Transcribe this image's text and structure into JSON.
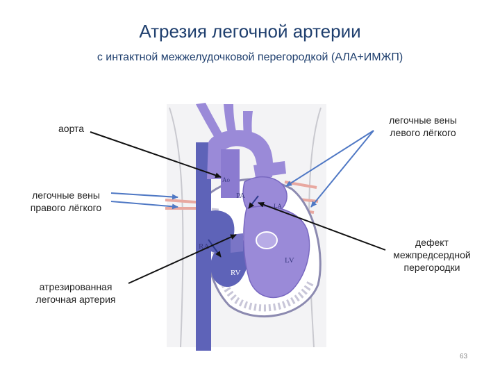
{
  "slide": {
    "title": "Атрезия легочной артерии",
    "subtitle": "с интактной межжелудочковой перегородкой (АЛА+ИМЖП)",
    "page_number": "63"
  },
  "labels": {
    "aorta": "аорта",
    "pulm_veins_left_line1": "легочные вены",
    "pulm_veins_left_line2": "левого лёгкого",
    "pulm_veins_right_line1": "легочные вены",
    "pulm_veins_right_line2": "правого лёгкого",
    "asd_line1": "дефект",
    "asd_line2": "межпредсердной",
    "asd_line3": "перегородки",
    "atretic_line1": "атрезированная",
    "atretic_line2": "легочная артерия"
  },
  "diagram_labels": {
    "pa": "PA",
    "ra": "RA",
    "rv": "RV",
    "lv": "LV",
    "la": "LA",
    "ao": "Ao"
  },
  "colors": {
    "title": "#1f3f6e",
    "vessel_purple": "#9a8ad8",
    "vessel_blue": "#5e63b8",
    "arrow_black": "#111111",
    "arrow_blue": "#4f78c4",
    "pink_vessel": "#e8a8a0"
  }
}
